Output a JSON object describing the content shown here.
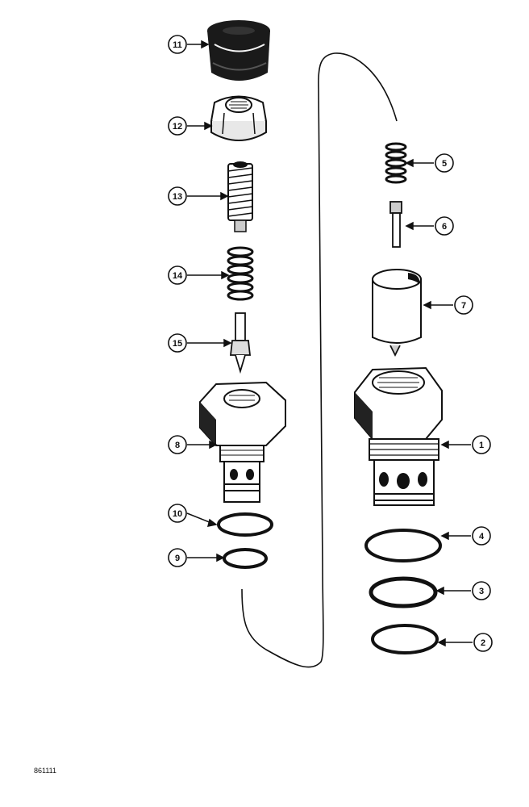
{
  "diagram": {
    "reference_number": "861111",
    "callouts": [
      {
        "id": "1",
        "part": "valve-body"
      },
      {
        "id": "2",
        "part": "o-ring"
      },
      {
        "id": "3",
        "part": "o-ring"
      },
      {
        "id": "4",
        "part": "o-ring"
      },
      {
        "id": "5",
        "part": "spring"
      },
      {
        "id": "6",
        "part": "poppet"
      },
      {
        "id": "7",
        "part": "sleeve"
      },
      {
        "id": "8",
        "part": "valve-body"
      },
      {
        "id": "9",
        "part": "o-ring"
      },
      {
        "id": "10",
        "part": "o-ring"
      },
      {
        "id": "11",
        "part": "cap"
      },
      {
        "id": "12",
        "part": "lock-nut"
      },
      {
        "id": "13",
        "part": "adjusting-screw"
      },
      {
        "id": "14",
        "part": "spring"
      },
      {
        "id": "15",
        "part": "poppet"
      }
    ]
  }
}
